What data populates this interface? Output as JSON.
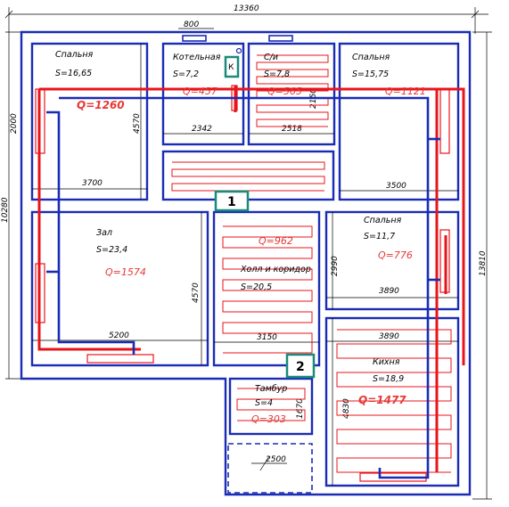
{
  "overall": {
    "width_dim": "13360",
    "height_dim": "10280",
    "right_dim": "13810",
    "top_window_dim": "800"
  },
  "rooms": {
    "bedroom1": {
      "name": "Спальня",
      "area": "S=16,65",
      "heat": "Q=1260"
    },
    "boiler": {
      "name": "Котельная",
      "area": "S=7,2",
      "heat": "Q=457"
    },
    "bath": {
      "name": "С/и",
      "area": "S=7,8",
      "heat": "Q=565"
    },
    "bedroom2": {
      "name": "Спальня",
      "area": "S=15,75",
      "heat": "Q=1121"
    },
    "hall": {
      "name": "Зал",
      "area": "S=23,4",
      "heat": "Q=1574"
    },
    "corridor": {
      "name": "Холл и коридор",
      "area": "S=20,5",
      "heat": "Q=962"
    },
    "bedroom3": {
      "name": "Спальня",
      "area": "S=11,7",
      "heat": "Q=776"
    },
    "kitchen": {
      "name": "Кихня",
      "area": "S=18,9",
      "heat": "Q=1477"
    },
    "vestibule": {
      "name": "Тамбур",
      "area": "S=4",
      "heat": "Q=303"
    }
  },
  "dims": {
    "bedroom1_w": "3700",
    "bedroom1_h": "4570",
    "left_2000": "2000",
    "boiler_w": "2342",
    "bath_w": "2518",
    "bath_h": "2150",
    "bedroom2_w": "3500",
    "hall_w": "5200",
    "hall_h": "4570",
    "corridor_w": "3150",
    "bedroom3_w": "3890",
    "bedroom3_h": "2990",
    "kitchen_w": "3890",
    "kitchen_h": "4830",
    "vest_h": "1670",
    "porch_w": "2500"
  },
  "markers": {
    "k": "К",
    "collector1": "1",
    "collector2": "2"
  },
  "colors": {
    "wall": "#1a2cb5",
    "supply": "#e8141b",
    "return": "#1a2cb5",
    "collector": "#1a8a7a"
  }
}
